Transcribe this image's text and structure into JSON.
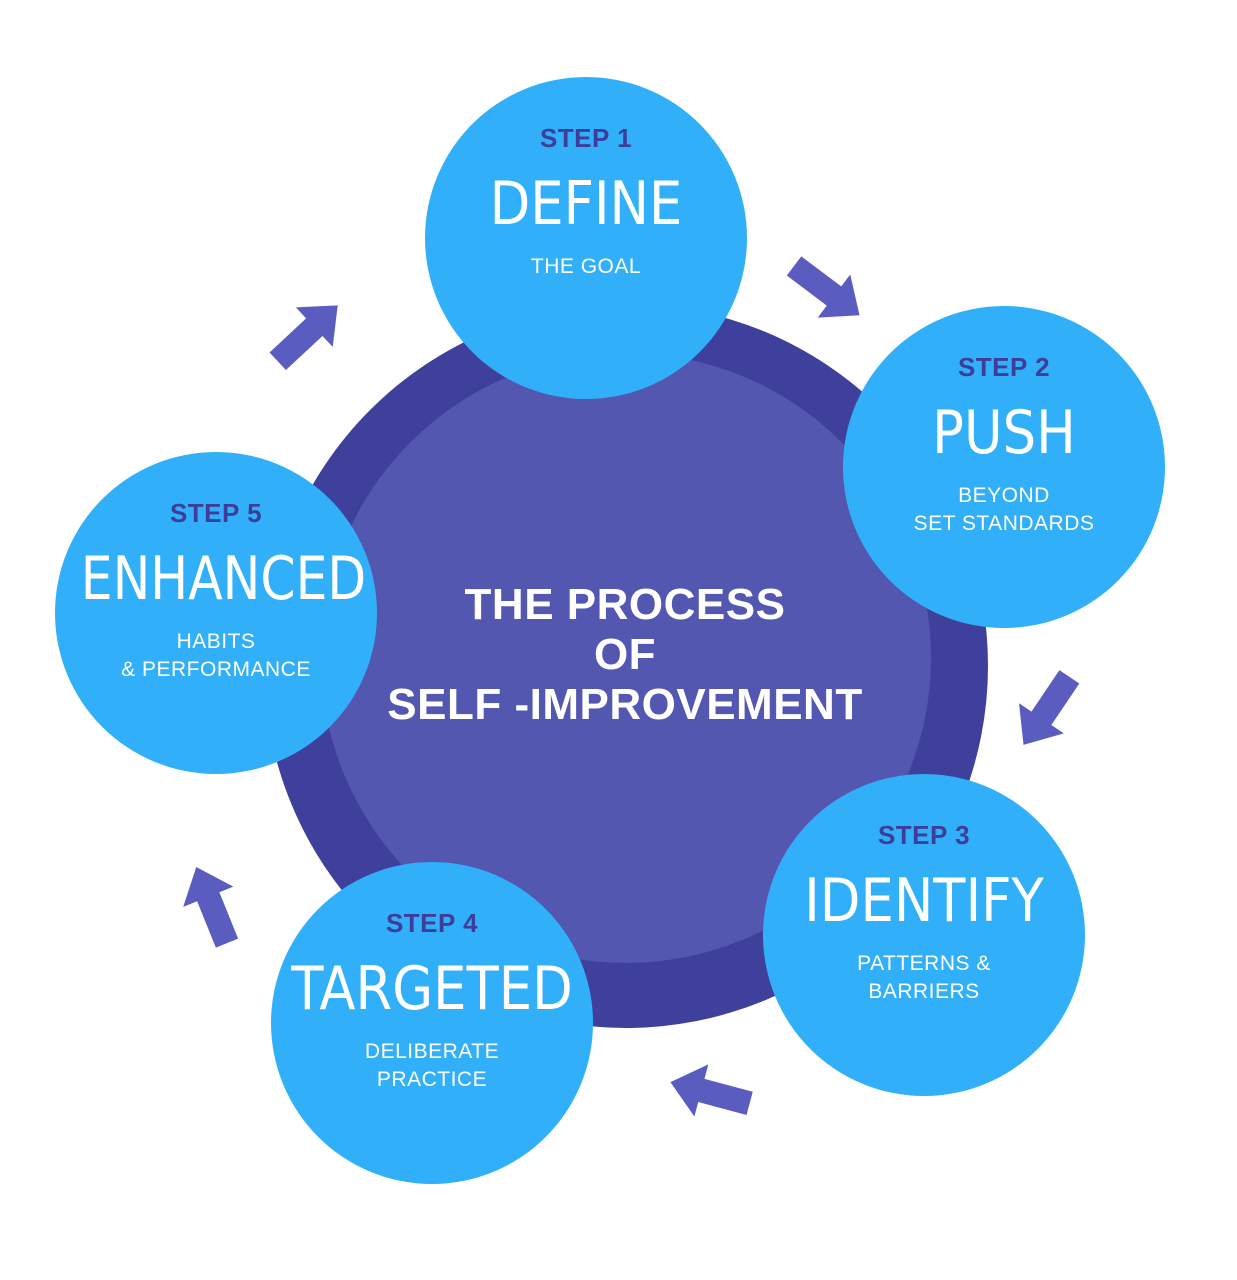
{
  "center": {
    "line1": "THE PROCESS",
    "line2": "OF",
    "line3": "SELF -IMPROVEMENT"
  },
  "steps": [
    {
      "label": "STEP 1",
      "word": "DEFINE",
      "desc": [
        "THE GOAL"
      ]
    },
    {
      "label": "STEP 2",
      "word": "PUSH",
      "desc": [
        "BEYOND",
        "SET STANDARDS"
      ]
    },
    {
      "label": "STEP 3",
      "word": "IDENTIFY",
      "desc": [
        "PATTERNS &",
        "BARRIERS"
      ]
    },
    {
      "label": "STEP 4",
      "word": "TARGETED",
      "desc": [
        "DELIBERATE",
        "PRACTICE"
      ]
    },
    {
      "label": "STEP 5",
      "word": "ENHANCED",
      "desc": [
        "HABITS",
        "& PERFORMANCE"
      ]
    }
  ],
  "colors": {
    "outer_ring": "#3f3f9c",
    "inner_circle": "#5357b0",
    "step_circle": "#31b0f9",
    "step_label": "#3f3d9a",
    "arrow": "#5b5cc0"
  }
}
